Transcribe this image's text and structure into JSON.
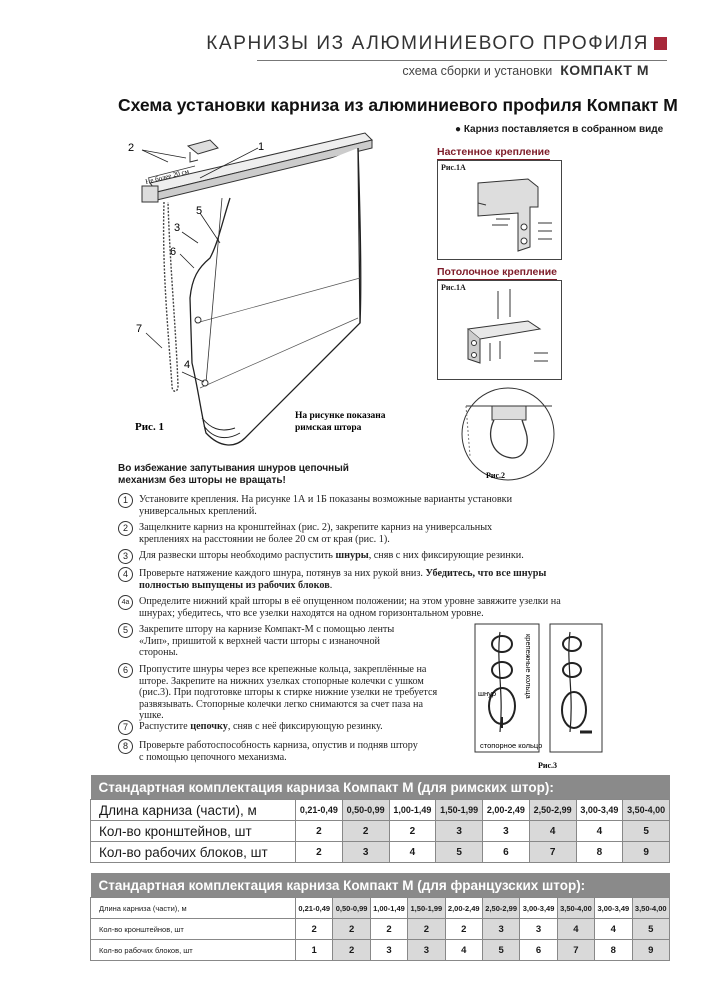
{
  "header": {
    "title": "КАРНИЗЫ ИЗ АЛЮМИНИЕВОГО ПРОФИЛЯ",
    "subtitle": "схема сборки и установки",
    "model": "КОМПАКТ М",
    "accent_color": "#a7283a"
  },
  "main_title": "Схема установки карниза из алюминиевого профиля Компакт М",
  "note": "Карниз поставляется в собранном виде",
  "diagram": {
    "labels": [
      "1",
      "2",
      "3",
      "4",
      "5",
      "6",
      "7"
    ],
    "dimension": "Не более 20 см",
    "fig_caption": "Рис. 1",
    "fig_desc_1": "На рисунке показана",
    "fig_desc_2": "римская штора"
  },
  "wall_mount": {
    "label": "Настенное крепление",
    "caption": "Рис.1А"
  },
  "ceiling_mount": {
    "label": "Потолочное крепление",
    "caption": "Рис.1А"
  },
  "fig2_caption": "Рис.2",
  "warning": "Во избежание запутывания шнуров цепочный механизм без шторы не вращать!",
  "steps": [
    {
      "num": "1",
      "text": "Установите крепления. На рисунке 1А и 1Б показаны возможные варианты установки универсальных креплений."
    },
    {
      "num": "2",
      "text": "Защелкните карниз на кронштейнах (рис. 2), закрепите карниз на универсальных креплениях на расстоянии не более 20 см от края (рис. 1)."
    },
    {
      "num": "3",
      "pre": "Для развески шторы необходимо распустить ",
      "bold": "шнуры",
      "post": ", сняв с них фиксирующие резинки."
    },
    {
      "num": "4",
      "pre": "Проверьте натяжение каждого шнура, потянув за них рукой вниз. ",
      "bold": "Убедитесь, что все шнуры полностью выпущены из рабочих блоков",
      "post": "."
    },
    {
      "num": "4а",
      "text": "Определите нижний край шторы в её опущенном положении; на этом уровне завяжите узелки на шнурах; убедитесь, что все узелки находятся на одном горизонтальном уровне."
    },
    {
      "num": "5",
      "text": "Закрепите штору на карнизе Компакт-М с помощью ленты «Лип», пришитой к верхней части шторы с изнаночной стороны."
    },
    {
      "num": "6",
      "text": "Пропустите шнуры через все крепежные кольца, закреплённые на шторе. Закрепите на нижних узелках стопорные колечки с ушком (рис.3). При подготовке шторы к стирке нижние узелки не требуется развязывать. Стопорные колечки легко снимаются за счет паза на ушке."
    },
    {
      "num": "7",
      "pre": "Распустите ",
      "bold": "цепочку",
      "post": ", сняв с неё фиксирующую резинку."
    },
    {
      "num": "8",
      "text": "Проверьте работоспособность карниза, опустив и подняв штору с помощью цепочного механизма."
    }
  ],
  "fig3": {
    "label_rings": "крепежные кольца",
    "label_cord": "шнур",
    "label_stop": "стопорное кольцо",
    "caption": "Рис.3"
  },
  "table_roman": {
    "title": "Стандартная комплектация карниза Компакт М (для римских штор):",
    "rows": [
      {
        "label": "Длина карниза (части), м",
        "values": [
          "0,21-0,49",
          "0,50-0,99",
          "1,00-1,49",
          "1,50-1,99",
          "2,00-2,49",
          "2,50-2,99",
          "3,00-3,49",
          "3,50-4,00"
        ]
      },
      {
        "label": "Кол-во кронштейнов, шт",
        "values": [
          "2",
          "2",
          "2",
          "3",
          "3",
          "4",
          "4",
          "5"
        ]
      },
      {
        "label": "Кол-во рабочих блоков, шт",
        "values": [
          "2",
          "3",
          "4",
          "5",
          "6",
          "7",
          "8",
          "9"
        ]
      }
    ]
  },
  "table_french": {
    "title": "Стандартная комплектация карниза Компакт М (для французских штор):",
    "rows": [
      {
        "label": "Длина карниза (части), м",
        "values": [
          "0,21-0,49",
          "0,50-0,99",
          "1,00-1,49",
          "1,50-1,99",
          "2,00-2,49",
          "2,50-2,99",
          "3,00-3,49",
          "3,50-4,00",
          "3,00-3,49",
          "3,50-4,00"
        ]
      },
      {
        "label": "Кол-во кронштейнов, шт",
        "values": [
          "2",
          "2",
          "2",
          "2",
          "2",
          "3",
          "3",
          "4",
          "4",
          "5"
        ]
      },
      {
        "label": "Кол-во рабочих блоков, шт",
        "values": [
          "1",
          "2",
          "3",
          "3",
          "4",
          "5",
          "6",
          "7",
          "8",
          "9"
        ]
      }
    ]
  }
}
